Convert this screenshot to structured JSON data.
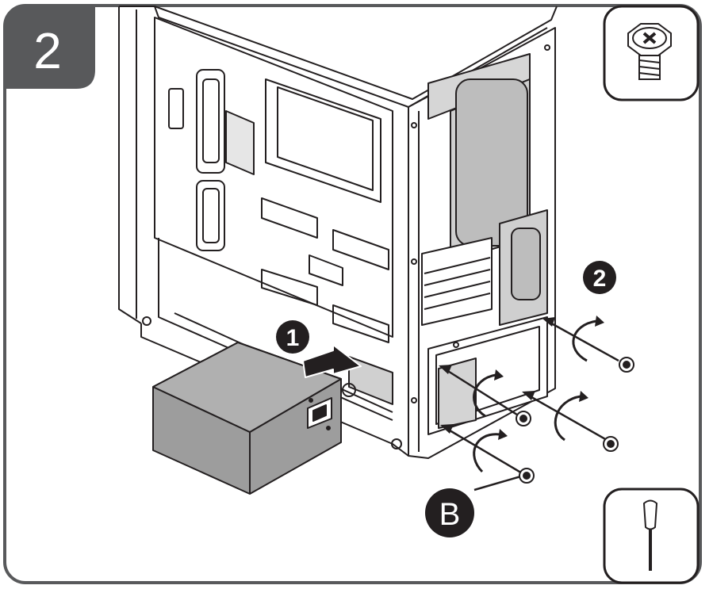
{
  "step_number": "2",
  "callouts": {
    "insert_psu": "1",
    "fasten_screws": "2",
    "screw_type": "B"
  },
  "icons": {
    "top_right": "hex-screw-icon",
    "bottom_right": "screwdriver-icon"
  },
  "colors": {
    "frame": "#58595b",
    "line": "#231f20",
    "psu_fill": "#9d9d9d",
    "callout_fill": "#231f20",
    "label_text": "#ffffff"
  }
}
